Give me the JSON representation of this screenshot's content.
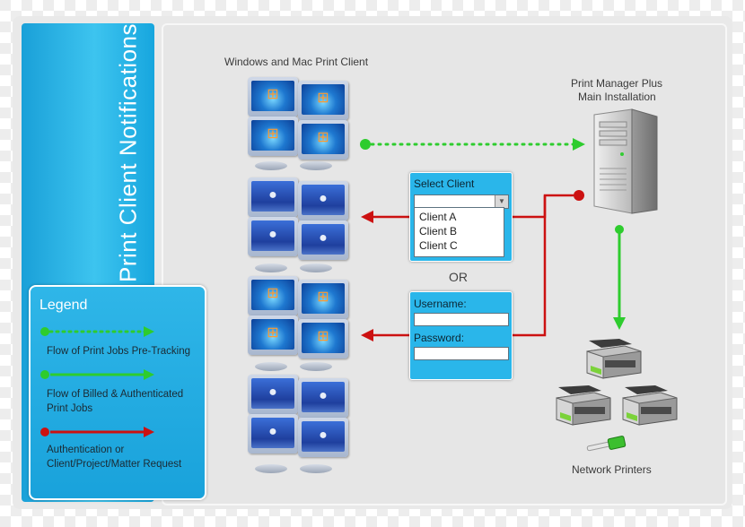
{
  "side_title": "Print Client Notifications",
  "legend": {
    "title": "Legend",
    "items": [
      {
        "text": "Flow of Print Jobs Pre-Tracking",
        "color": "#2ecc2e",
        "style": "dotted"
      },
      {
        "text": "Flow of Billed & Authenticated Print Jobs",
        "color": "#2ecc2e",
        "style": "solid"
      },
      {
        "text": "Authentication or Client/Project/Matter Request",
        "color": "#cc1111",
        "style": "solid"
      }
    ]
  },
  "labels": {
    "clients": "Windows and Mac Print Client",
    "server_line1": "Print Manager Plus",
    "server_line2": "Main Installation",
    "printers": "Network Printers",
    "or": "OR"
  },
  "select_client": {
    "title": "Select Client",
    "options": [
      "Client A",
      "Client B",
      "Client C"
    ]
  },
  "login": {
    "username_label": "Username:",
    "password_label": "Password:"
  },
  "colors": {
    "accent": "#1aa0d8",
    "green": "#2ecc2e",
    "red": "#cc1111"
  },
  "icons": {
    "windows": "windows-logo-icon",
    "mac": "apple-logo-icon"
  }
}
